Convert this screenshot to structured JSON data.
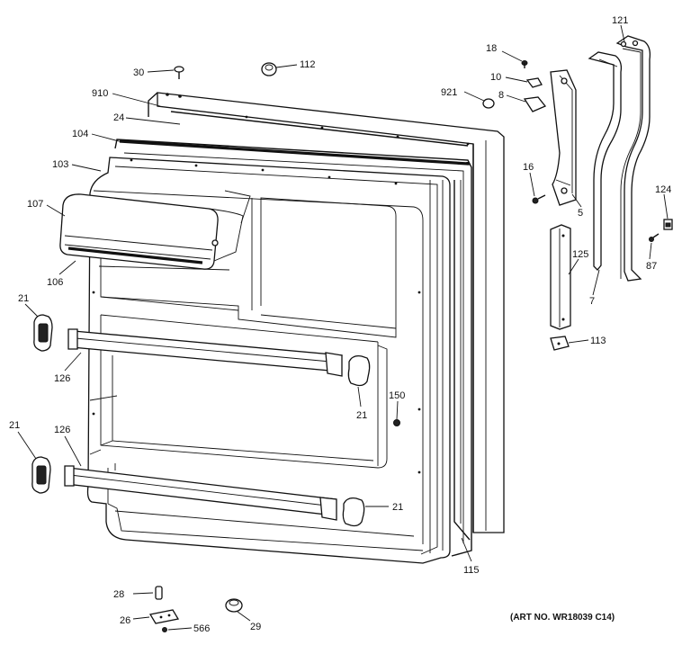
{
  "art_number": "(ART NO. WR18039 C14)",
  "callouts": {
    "c30": "30",
    "c112": "112",
    "c910": "910",
    "c24": "24",
    "c104": "104",
    "c103": "103",
    "c107": "107",
    "c106": "106",
    "c21a": "21",
    "c126a": "126",
    "c21b": "21",
    "c126b": "126",
    "c21c": "21",
    "c21d": "21",
    "c150": "150",
    "c115": "115",
    "c18": "18",
    "c10": "10",
    "c921": "921",
    "c8": "8",
    "c16": "16",
    "c5": "5",
    "c121": "121",
    "c124": "124",
    "c125": "125",
    "c87": "87",
    "c7": "7",
    "c113": "113",
    "c28": "28",
    "c26": "26",
    "c566": "566",
    "c29": "29"
  }
}
